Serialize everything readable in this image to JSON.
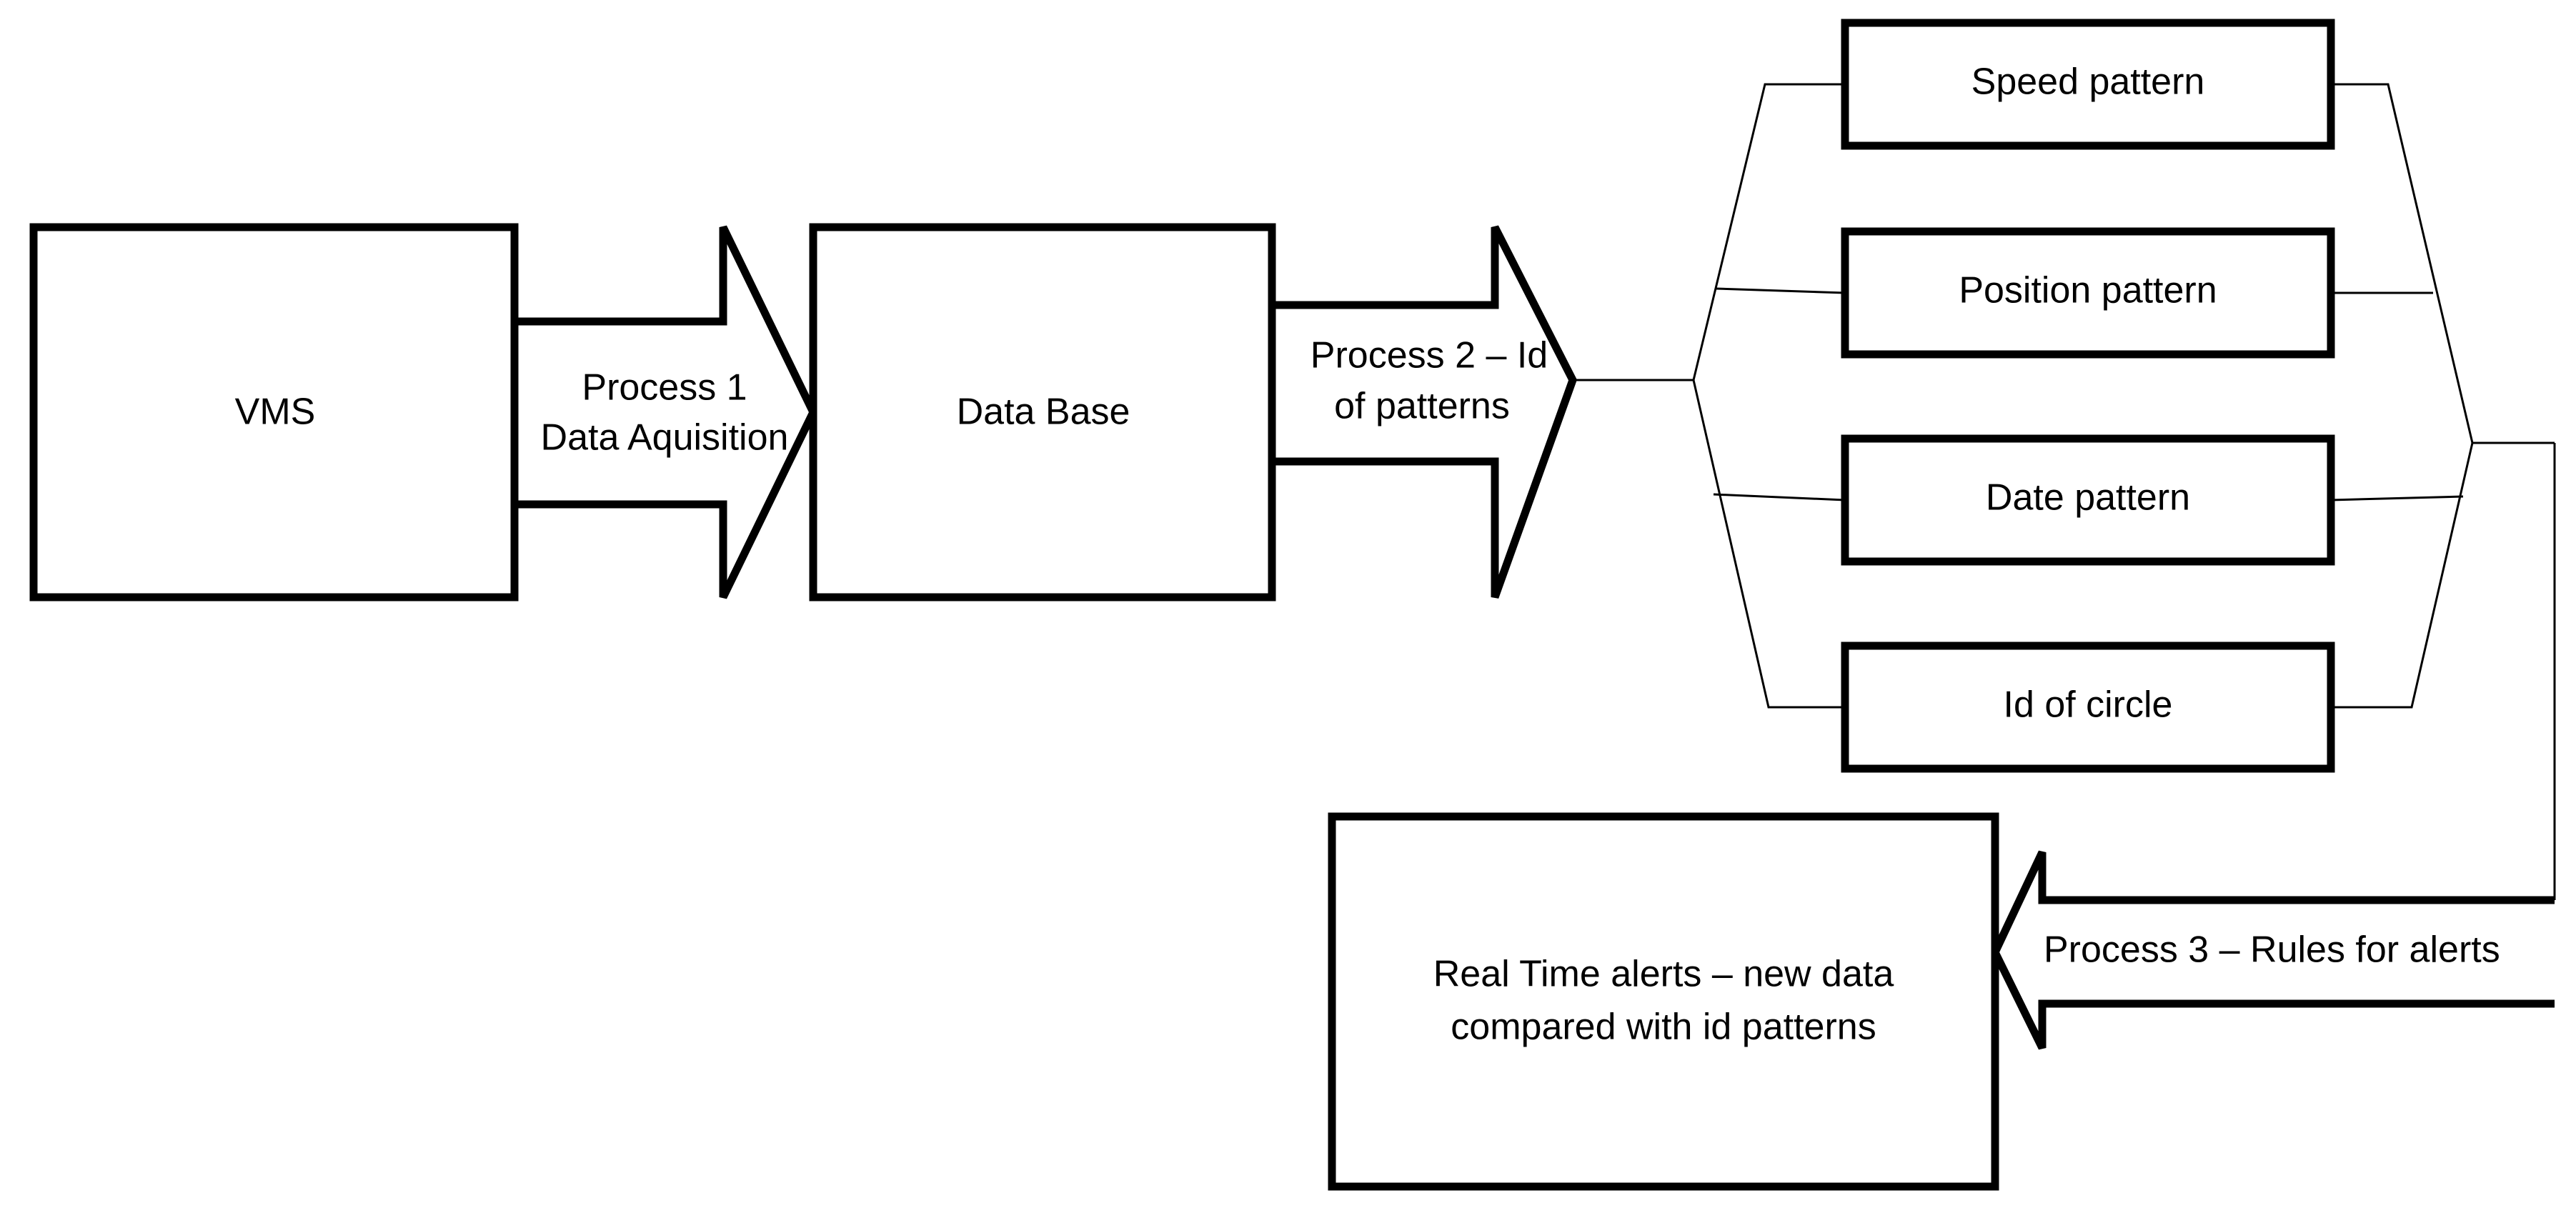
{
  "nodes": {
    "vms": "VMS",
    "database": "Data Base",
    "speed": "Speed pattern",
    "position": "Position pattern",
    "date": "Date pattern",
    "circle": "Id of circle",
    "alerts_line1": "Real Time alerts – new data",
    "alerts_line2": "compared with id patterns"
  },
  "arrows": {
    "p1_line1": "Process 1",
    "p1_line2": "Data Aquisition",
    "p2_line1": "Process 2 – Id",
    "p2_line2": "of patterns",
    "p3": "Process 3 – Rules for alerts"
  }
}
